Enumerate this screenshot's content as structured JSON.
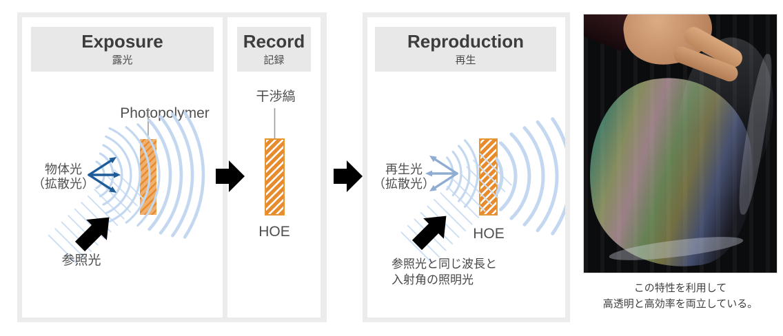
{
  "colors": {
    "frame_gray": "#ececec",
    "header_gray": "#e8e8e8",
    "heading_text": "#3d3d3d",
    "label_text": "#4f4f4f",
    "orange": "#e78b2d",
    "orange_border": "#e79533",
    "wave_blue": "#c3d8f0",
    "wavefront_blue": "#cfdff3",
    "dark_blue": "#1e5c99",
    "deep_blue": "#16507f",
    "light_blue_arrow": "#8fadd2",
    "flow_arrow_gray": "#bcbcbc"
  },
  "panels": {
    "exposure": {
      "title": "Exposure",
      "subtitle": "露光",
      "film_label": "Photopolymer",
      "object_light_line1": "物体光",
      "object_light_line2": "（拡散光）",
      "reference_light_label": "参照光"
    },
    "record": {
      "title": "Record",
      "subtitle": "記録",
      "fringe_label": "干渉縞",
      "hoe_label": "HOE"
    },
    "reproduction": {
      "title": "Reproduction",
      "subtitle": "再生",
      "reproduced_light_line1": "再生光",
      "reproduced_light_line2": "（拡散光）",
      "hoe_label": "HOE",
      "illumination_note_line1": "参照光と同じ波長と",
      "illumination_note_line2": "入射角の照明光"
    }
  },
  "photo": {
    "caption_line1": "この特性を利用して",
    "caption_line2": "高透明と高効率を両立している。"
  }
}
